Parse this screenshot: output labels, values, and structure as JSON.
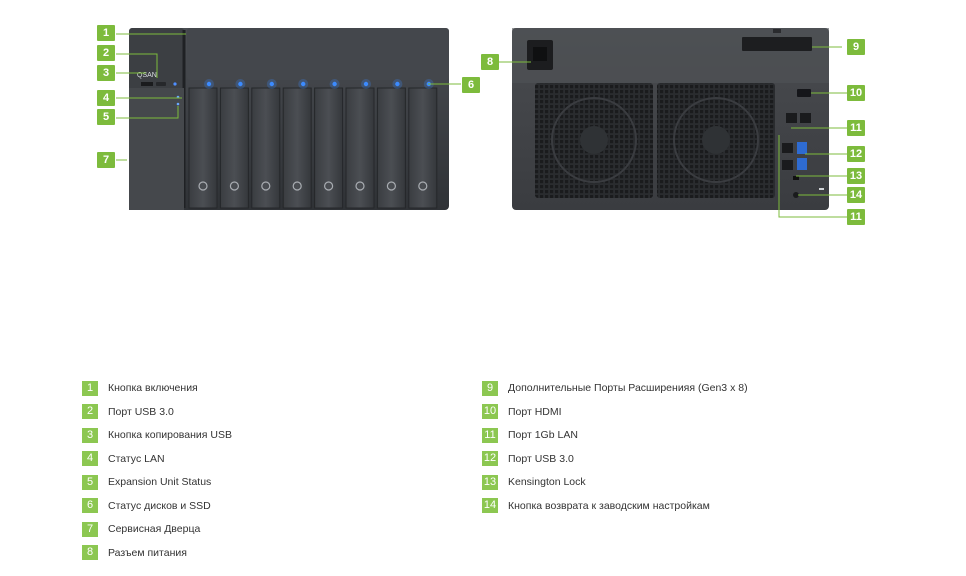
{
  "accent_color": "#7dbb3c",
  "front_panel": {
    "logo_text": "QSAN",
    "drive_bay_count": 8
  },
  "callouts": [
    "1",
    "2",
    "3",
    "4",
    "5",
    "6",
    "7",
    "8",
    "9",
    "10",
    "11",
    "12",
    "13",
    "14",
    "11"
  ],
  "legend": {
    "left": [
      {
        "num": "1",
        "label": "Кнопка включения"
      },
      {
        "num": "2",
        "label": "Порт USB 3.0"
      },
      {
        "num": "3",
        "label": "Кнопка копирования USB"
      },
      {
        "num": "4",
        "label": "Статус LAN"
      },
      {
        "num": "5",
        "label": "Expansion Unit Status"
      },
      {
        "num": "6",
        "label": "Статус дисков и SSD"
      },
      {
        "num": "7",
        "label": "Сервисная Дверца"
      },
      {
        "num": "8",
        "label": "Разъем питания"
      }
    ],
    "right": [
      {
        "num": "9",
        "label": "Дополнительные Порты Расширенияя (Gen3 x 8)"
      },
      {
        "num": "10",
        "label": "Порт HDMI"
      },
      {
        "num": "11",
        "label": "Порт 1Gb LAN"
      },
      {
        "num": "12",
        "label": "Порт USB 3.0"
      },
      {
        "num": "13",
        "label": "Kensington Lock"
      },
      {
        "num": "14",
        "label": "Кнопка возврата к заводским настройкам"
      }
    ]
  }
}
